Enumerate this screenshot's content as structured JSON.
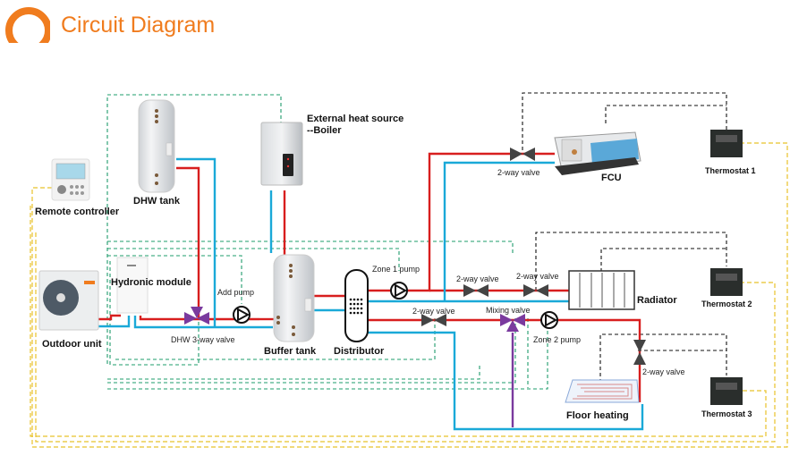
{
  "header": {
    "title": "Circuit Diagram",
    "logo_icon": "orange-ring-logo",
    "accent_color": "#f07c1e"
  },
  "components": {
    "remote_controller": {
      "label": "Remote controller",
      "icon": "remote-controller-icon"
    },
    "dhw_tank": {
      "label": "DHW tank",
      "icon": "dhw-tank-icon"
    },
    "boiler": {
      "label_line1": "External heat source",
      "label_line2": "--Boiler",
      "icon": "boiler-icon"
    },
    "fcu": {
      "label": "FCU",
      "icon": "fan-coil-unit-icon"
    },
    "thermostat_1": {
      "label": "Thermostat 1",
      "icon": "thermostat-icon"
    },
    "thermostat_2": {
      "label": "Thermostat 2",
      "icon": "thermostat-icon"
    },
    "thermostat_3": {
      "label": "Thermostat 3",
      "icon": "thermostat-icon"
    },
    "outdoor_unit": {
      "label": "Outdoor unit",
      "icon": "outdoor-unit-icon"
    },
    "hydronic_module": {
      "label": "Hydronic module",
      "icon": "hydronic-module-icon"
    },
    "buffer_tank": {
      "label": "Buffer tank",
      "icon": "buffer-tank-icon"
    },
    "distributor": {
      "label": "Distributor",
      "icon": "distributor-icon"
    },
    "radiator": {
      "label": "Radiator",
      "icon": "radiator-icon"
    },
    "floor_heating": {
      "label": "Floor heating",
      "icon": "floor-heating-icon"
    }
  },
  "fittings": {
    "dhw_3way_valve": "DHW 3-way valve",
    "add_pump": "Add pump",
    "zone1_pump": "Zone 1 pump",
    "zone2_pump": "Zone 2 pump",
    "mixing_valve": "Mixing valve",
    "fcu_2way_valve": "2-way valve",
    "radiator_2way_valve_a": "2-way valve",
    "radiator_2way_valve_b": "2-way valve",
    "zone2_2way_valve": "2-way valve",
    "floor_2way_valve": "2-way valve"
  },
  "line_colors": {
    "supply_hot": "#d81e1e",
    "return_cold": "#1aa9d8",
    "mixing": "#7a3a9e",
    "control_wiring_green": "#1e9c6b",
    "thermostat_wiring_yellow": "#e8c22a",
    "thermostat_valve_wiring": "#111111"
  }
}
